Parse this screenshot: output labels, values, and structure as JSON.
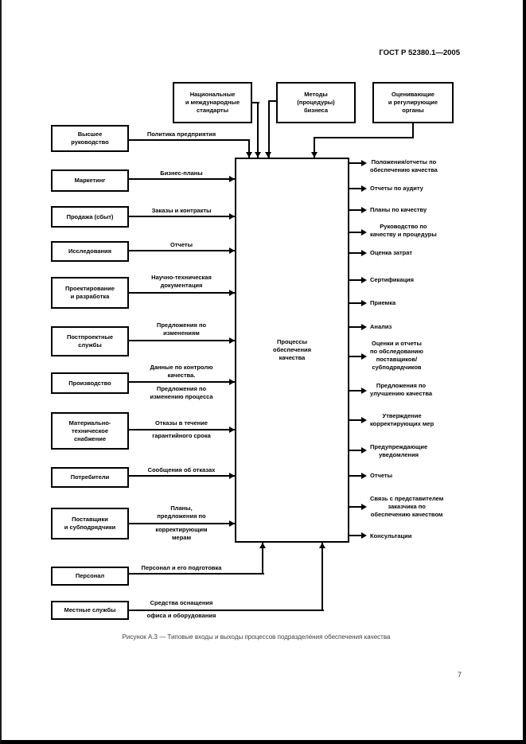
{
  "page": {
    "header": "ГОСТ Р 52380.1—2005",
    "caption": "Рисунок А.3 — Типовые входы и выходы процессов подразделения обеспечения качества",
    "page_number": "7"
  },
  "diagram": {
    "center_box": "Процессы\nобеспечения\nкачества",
    "top_boxes": [
      {
        "label": "Национальные\nи международные\nстандарты"
      },
      {
        "label": "Методы\n(процедуры)\nбизнеса"
      },
      {
        "label": "Оценивающие\nи регулирующие\nорганы"
      }
    ],
    "inputs": [
      {
        "box": "Высшее\nруководство",
        "label": "Политика предприятия"
      },
      {
        "box": "Маркетинг",
        "label": "Бизнес-планы"
      },
      {
        "box": "Продажа (сбыт)",
        "label": "Заказы и контракты"
      },
      {
        "box": "Исследования",
        "label": "Отчеты"
      },
      {
        "box": "Проектирование\nи разработка",
        "label": "Научно-техническая\nдокументация"
      },
      {
        "box": "Постпроектные\nслужбы",
        "label": "Предложения по\nизменениям"
      },
      {
        "box": "Производство",
        "label": "Данные по контролю\nкачества.",
        "label_below": "Предложения по\nизменению процесса"
      },
      {
        "box": "Материально-\nтехническое\nснабжение",
        "label": "Отказы в течение",
        "label_below": "гарантийного срока"
      },
      {
        "box": "Потребители",
        "label": "Сообщения об отказах"
      },
      {
        "box": "Поставщики\nи субподрядчики",
        "label": "Планы,\nпредложения по",
        "label_below": "корректирующим\nмерам"
      },
      {
        "box": "Персонал",
        "label": "Персонал и его подготовка"
      },
      {
        "box": "Местные службы",
        "label": "Средства оснащения",
        "label_below": "офиса и оборудования"
      }
    ],
    "outputs": [
      {
        "label": "Положения/отчеты по\nобеспечению качества"
      },
      {
        "label": "Отчеты по аудиту"
      },
      {
        "label": "Планы по качеству"
      },
      {
        "label": "Руководство по\nкачеству и процедуры"
      },
      {
        "label": "Оценка затрат"
      },
      {
        "label": "Сертификация"
      },
      {
        "label": "Приемка"
      },
      {
        "label": "Анализ"
      },
      {
        "label": "Оценки и отчеты\nпо обследованию\nпоставщиков/\nсубподрядчиков"
      },
      {
        "label": "Предложения по\nулучшению качества"
      },
      {
        "label": "Утверждение\nкорректирующих мер"
      },
      {
        "label": "Предупреждающие\nуведомления"
      },
      {
        "label": "Отчеты"
      },
      {
        "label": "Связь с представителем\nзаказчика по\nобеспечению качеством"
      },
      {
        "label": "Консультации"
      }
    ]
  }
}
